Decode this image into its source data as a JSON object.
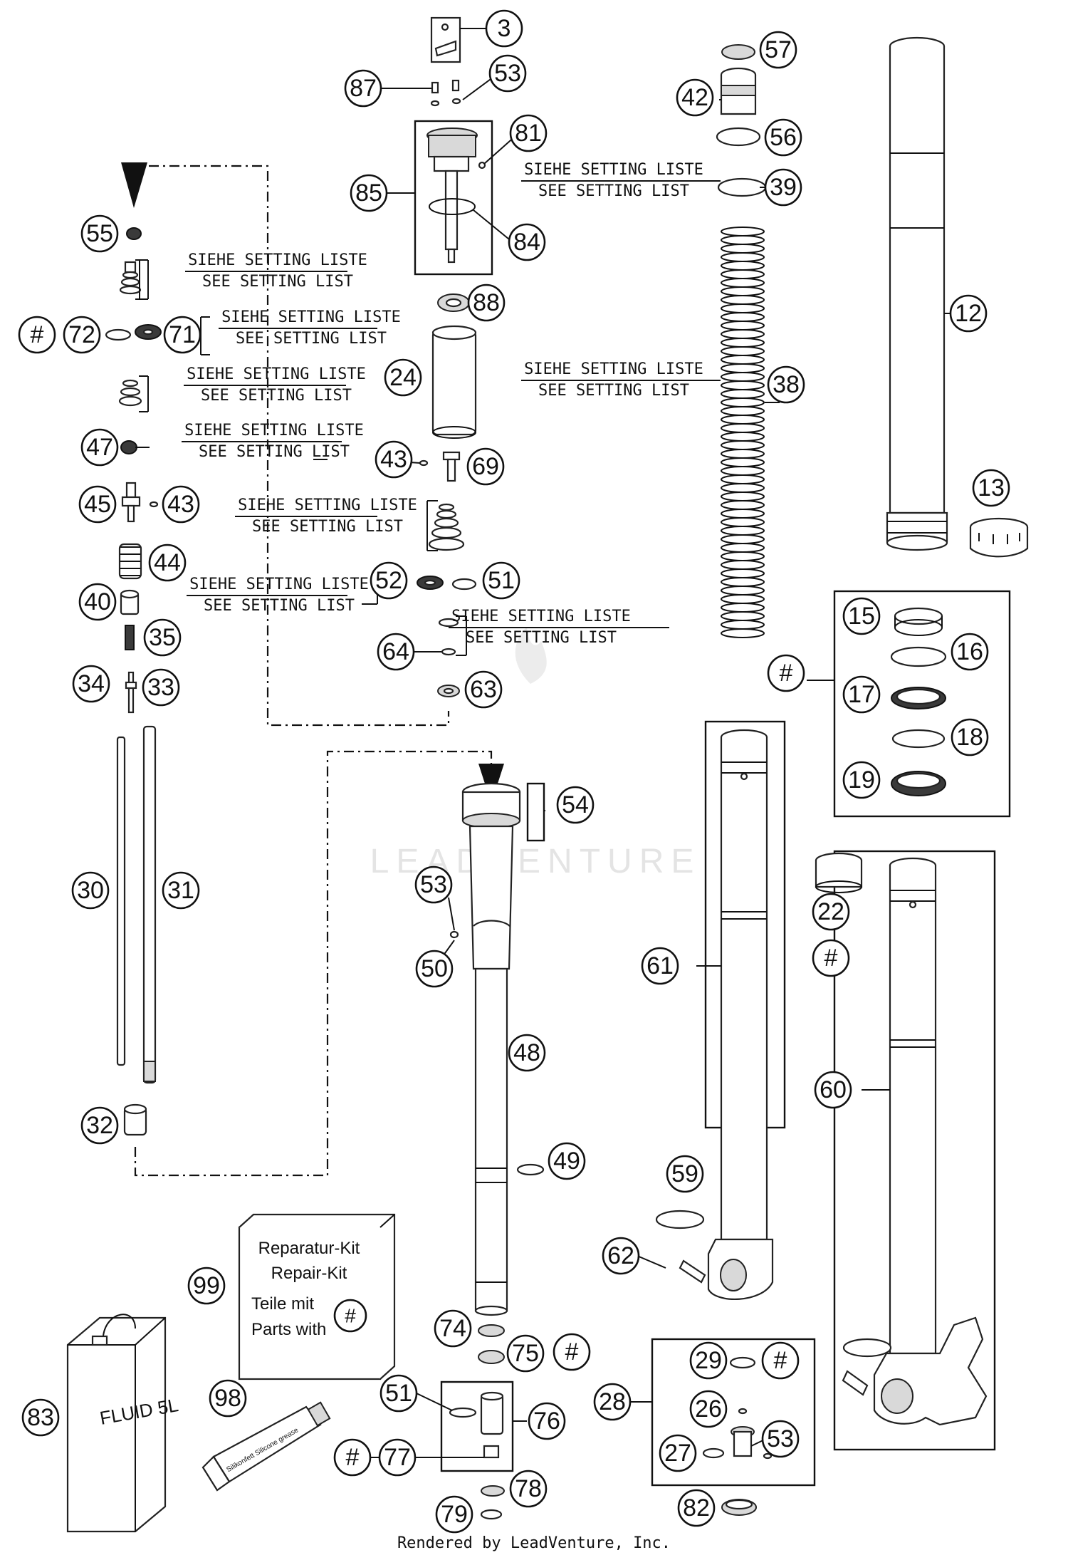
{
  "diagram": {
    "note_de": "SIEHE SETTING LISTE",
    "note_en": "SEE SETTING LIST",
    "repair_kit": {
      "line1": "Reparatur-Kit",
      "line2": "Repair-Kit",
      "line3": "Teile mit",
      "line4": "Parts with",
      "symbol": "#"
    },
    "fluid_label": "FLUID 5L",
    "grease_label": "Silikonfett Silicone grease",
    "watermark": "LEADVENTURE",
    "footer": "Rendered by LeadVenture, Inc.",
    "callouts": [
      {
        "id": "c3",
        "label": "3"
      },
      {
        "id": "c87",
        "label": "87"
      },
      {
        "id": "c53a",
        "label": "53"
      },
      {
        "id": "c81",
        "label": "81"
      },
      {
        "id": "c85",
        "label": "85"
      },
      {
        "id": "c84",
        "label": "84"
      },
      {
        "id": "c88",
        "label": "88"
      },
      {
        "id": "c24",
        "label": "24"
      },
      {
        "id": "c43a",
        "label": "43"
      },
      {
        "id": "c69",
        "label": "69"
      },
      {
        "id": "c52",
        "label": "52"
      },
      {
        "id": "c51a",
        "label": "51"
      },
      {
        "id": "c64",
        "label": "64"
      },
      {
        "id": "c63",
        "label": "63"
      },
      {
        "id": "c57",
        "label": "57"
      },
      {
        "id": "c42",
        "label": "42"
      },
      {
        "id": "c56",
        "label": "56"
      },
      {
        "id": "c39",
        "label": "39"
      },
      {
        "id": "c38",
        "label": "38"
      },
      {
        "id": "c12",
        "label": "12"
      },
      {
        "id": "c13",
        "label": "13"
      },
      {
        "id": "c55",
        "label": "55"
      },
      {
        "id": "ch1",
        "label": "#"
      },
      {
        "id": "c72",
        "label": "72"
      },
      {
        "id": "c71",
        "label": "71"
      },
      {
        "id": "c47",
        "label": "47"
      },
      {
        "id": "c45",
        "label": "45"
      },
      {
        "id": "c43b",
        "label": "43"
      },
      {
        "id": "c44",
        "label": "44"
      },
      {
        "id": "c40",
        "label": "40"
      },
      {
        "id": "c35",
        "label": "35"
      },
      {
        "id": "c34",
        "label": "34"
      },
      {
        "id": "c33",
        "label": "33"
      },
      {
        "id": "c30",
        "label": "30"
      },
      {
        "id": "c31",
        "label": "31"
      },
      {
        "id": "c32",
        "label": "32"
      },
      {
        "id": "c54",
        "label": "54"
      },
      {
        "id": "c53b",
        "label": "53"
      },
      {
        "id": "c50",
        "label": "50"
      },
      {
        "id": "c48",
        "label": "48"
      },
      {
        "id": "c49",
        "label": "49"
      },
      {
        "id": "ch2",
        "label": "#"
      },
      {
        "id": "c15",
        "label": "15"
      },
      {
        "id": "c16",
        "label": "16"
      },
      {
        "id": "c17",
        "label": "17"
      },
      {
        "id": "c18",
        "label": "18"
      },
      {
        "id": "c19",
        "label": "19"
      },
      {
        "id": "c22",
        "label": "22"
      },
      {
        "id": "ch3",
        "label": "#"
      },
      {
        "id": "c61",
        "label": "61"
      },
      {
        "id": "c60",
        "label": "60"
      },
      {
        "id": "c59",
        "label": "59"
      },
      {
        "id": "c62",
        "label": "62"
      },
      {
        "id": "c99",
        "label": "99"
      },
      {
        "id": "c74",
        "label": "74"
      },
      {
        "id": "c75",
        "label": "75"
      },
      {
        "id": "ch4",
        "label": "#"
      },
      {
        "id": "c83",
        "label": "83"
      },
      {
        "id": "c98",
        "label": "98"
      },
      {
        "id": "c51b",
        "label": "51"
      },
      {
        "id": "c76",
        "label": "76"
      },
      {
        "id": "ch5",
        "label": "#"
      },
      {
        "id": "c77",
        "label": "77"
      },
      {
        "id": "c78",
        "label": "78"
      },
      {
        "id": "c79",
        "label": "79"
      },
      {
        "id": "c28",
        "label": "28"
      },
      {
        "id": "c29",
        "label": "29"
      },
      {
        "id": "ch6",
        "label": "#"
      },
      {
        "id": "c26",
        "label": "26"
      },
      {
        "id": "c27",
        "label": "27"
      },
      {
        "id": "c53c",
        "label": "53"
      },
      {
        "id": "c82",
        "label": "82"
      }
    ]
  }
}
